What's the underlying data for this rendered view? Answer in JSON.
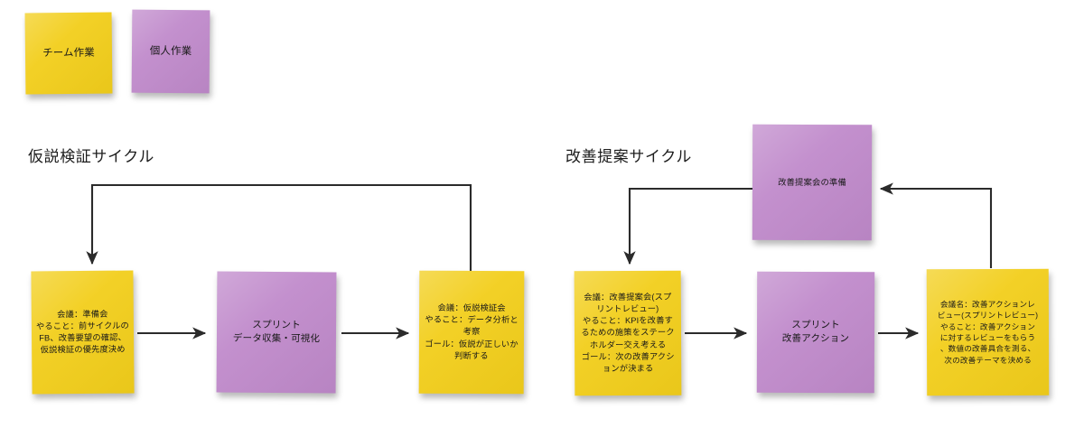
{
  "legend": {
    "team": {
      "label": "チーム作業",
      "color": "#f2ce1b"
    },
    "solo": {
      "label": "個人作業",
      "color": "#c08acb"
    }
  },
  "cycles": [
    {
      "id": "hypothesis-verification",
      "title": "仮説検証サイクル",
      "notes": [
        {
          "id": "prep-meeting",
          "kind": "team",
          "color": "#f2ce1b",
          "text": "会議：準備会\nやること：前サイクルの\nFB、改善要望の確認、\n仮説検証の優先度決め"
        },
        {
          "id": "sprint-data",
          "kind": "solo",
          "color": "#c08acb",
          "text": "スプリント\nデータ収集・可視化"
        },
        {
          "id": "verification-meeting",
          "kind": "team",
          "color": "#f2ce1b",
          "text": "会議：仮説検証会\nやること：データ分析と\n考察\nゴール：仮説が正しいか\n判断する"
        }
      ]
    },
    {
      "id": "improvement-proposal",
      "title": "改善提案サイクル",
      "notes": [
        {
          "id": "proposal-meeting",
          "kind": "team",
          "color": "#f2ce1b",
          "text": "会議：改善提案会(スプ\nリントレビュー)\nやること：KPIを改善す\nるための施策をステーク\nホルダー交え考える\nゴール：次の改善アクシ\nョンが決まる"
        },
        {
          "id": "sprint-action",
          "kind": "solo",
          "color": "#c08acb",
          "text": "スプリント\n改善アクション"
        },
        {
          "id": "action-review",
          "kind": "team",
          "color": "#f2ce1b",
          "text": "会議名：改善アクションレ\nビュー(スプリントレビュー)\nやること：改善アクション\nに対するレビューをもらう\n、数値の改善具合を測る、\n次の改善テーマを決める"
        },
        {
          "id": "meeting-preparation",
          "kind": "solo",
          "color": "#c08acb",
          "text": "改善提案会の準備"
        }
      ]
    }
  ],
  "connectors": {
    "stroke": "#2b2b2b",
    "edges": [
      {
        "id": "prep-to-sprint-data",
        "from": "prep-meeting",
        "to": "sprint-data"
      },
      {
        "id": "sprint-data-to-verification",
        "from": "sprint-data",
        "to": "verification-meeting"
      },
      {
        "id": "verification-back-to-prep",
        "from": "verification-meeting",
        "to": "prep-meeting"
      },
      {
        "id": "proposal-to-sprint-action",
        "from": "proposal-meeting",
        "to": "sprint-action"
      },
      {
        "id": "sprint-action-to-review",
        "from": "sprint-action",
        "to": "action-review"
      },
      {
        "id": "review-to-meeting-prep",
        "from": "action-review",
        "to": "meeting-preparation"
      },
      {
        "id": "meeting-prep-to-proposal",
        "from": "meeting-preparation",
        "to": "proposal-meeting"
      }
    ]
  }
}
